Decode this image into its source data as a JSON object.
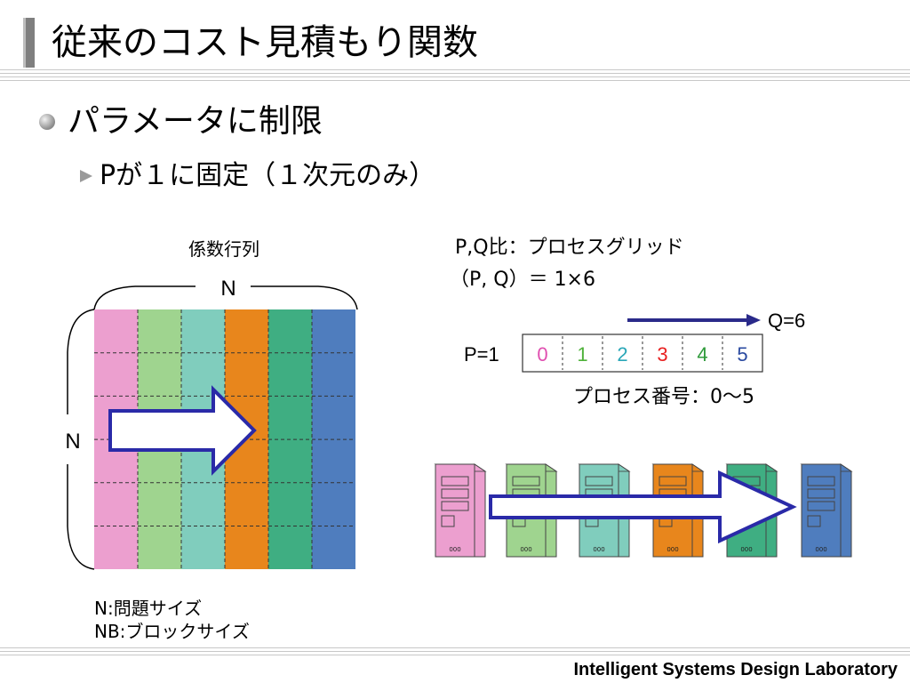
{
  "title": "従来のコスト見積もり関数",
  "bullets": {
    "level1": "パラメータに制限",
    "level2": "Pが１に固定（１次元のみ）"
  },
  "matrix": {
    "caption": "係数行列",
    "n_top": "N",
    "n_left": "N",
    "column_colors": [
      "#ec9fcf",
      "#9fd48f",
      "#80cdbd",
      "#e8861c",
      "#3fae82",
      "#4f7dbe"
    ],
    "legend_n": "N:問題サイズ",
    "legend_nb": "NB:ブロックサイズ"
  },
  "grid": {
    "ratio_line": "P,Q比：プロセスグリッド",
    "ratio_value": "（P, Q）＝ 1×6",
    "q_label": "Q=6",
    "p_label": "P=1",
    "cells": [
      "0",
      "1",
      "2",
      "3",
      "4",
      "5"
    ],
    "cell_colors": [
      "#e04fb0",
      "#4fb23a",
      "#2aa7b8",
      "#e82020",
      "#2e9a3a",
      "#2a4aa0"
    ],
    "process_number": "プロセス番号：0〜5"
  },
  "servers": {
    "colors": [
      "#ec9fcf",
      "#9fd48f",
      "#80cdbd",
      "#e8861c",
      "#3fae82",
      "#4f7dbe"
    ],
    "badge": "000"
  },
  "footer": "Intelligent Systems Design Laboratory"
}
